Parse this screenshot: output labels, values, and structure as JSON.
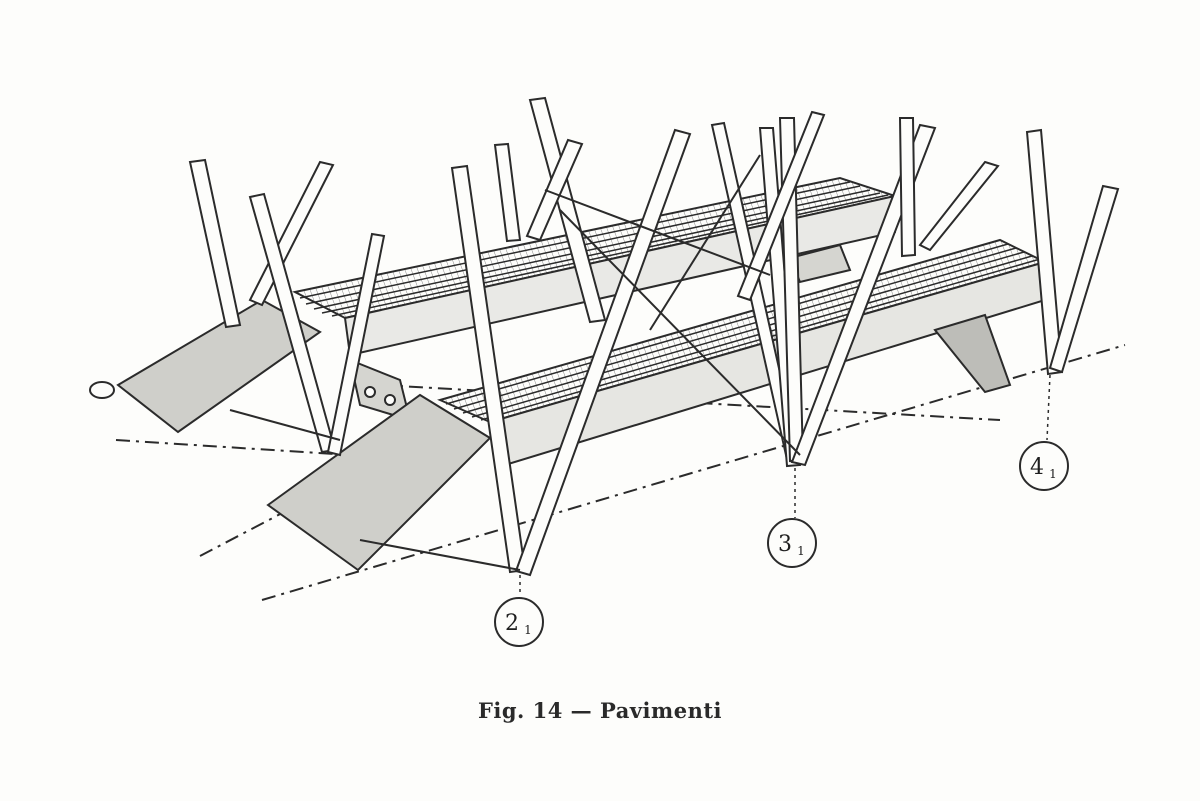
{
  "figure": {
    "caption": "Fig. 14 — Pavimenti"
  },
  "callouts": [
    {
      "id": "2",
      "main": "2",
      "sub": "1"
    },
    {
      "id": "3",
      "main": "3",
      "sub": "1"
    },
    {
      "id": "4",
      "main": "4",
      "sub": "1"
    }
  ],
  "colors": {
    "ink": "#2b2b2b",
    "paper": "#fdfdfb",
    "hatch": "#6a6a6a"
  }
}
